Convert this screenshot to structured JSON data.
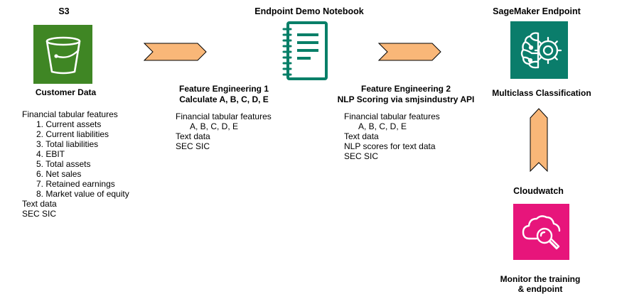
{
  "s3": {
    "title": "S3",
    "caption": "Customer Data",
    "features_heading": "Financial tabular features",
    "features": [
      "1. Current assets",
      "2. Current liabilities",
      "3. Total liabilities",
      "4. EBIT",
      "5. Total assets",
      "6.  Net sales",
      "7.  Retained earnings",
      "8.  Market value of equity"
    ],
    "text_data": "Text data",
    "sec_sic": "SEC SIC",
    "icon": "bucket-icon",
    "color": "#3f8624"
  },
  "notebook": {
    "title": "Endpoint Demo Notebook",
    "icon": "notebook-icon",
    "color": "#087f68"
  },
  "fe1": {
    "line1": "Feature Engineering 1",
    "line2": "Calculate A, B, C, D, E",
    "features_heading": "Financial tabular features",
    "abcde": "A, B, C, D, E",
    "text_data": "Text data",
    "sec_sic": "SEC SIC"
  },
  "fe2": {
    "line1": "Feature Engineering 2",
    "line2": "NLP Scoring via smjsindustry API",
    "features_heading": "Financial tabular features",
    "abcde": "A, B, C, D, E",
    "text_data": "Text data",
    "nlp_scores": "NLP scores for text data",
    "sec_sic": "SEC SIC"
  },
  "sagemaker": {
    "title": "SageMaker Endpoint",
    "caption": "Multiclass Classification",
    "icon": "brain-gear-icon",
    "color": "#0a7d6b"
  },
  "cloudwatch": {
    "title": "Cloudwatch",
    "caption_line1": "Monitor the training",
    "caption_line2": "& endpoint",
    "icon": "cloud-magnifier-icon",
    "color": "#e7157b"
  },
  "arrow_color": "#f9b778"
}
